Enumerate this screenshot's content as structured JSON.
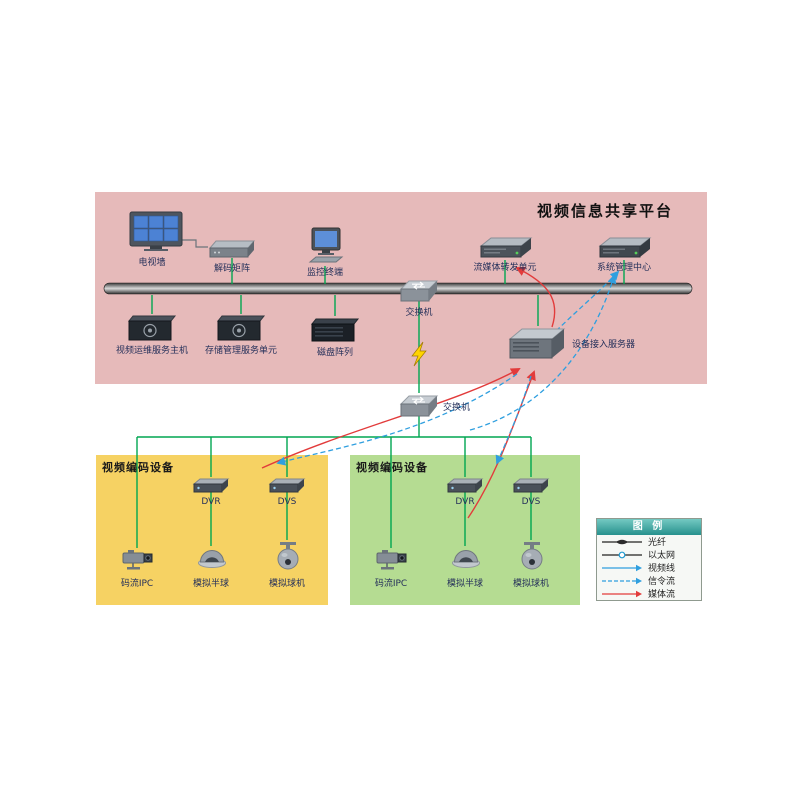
{
  "platform": {
    "title": "视频信息共享平台",
    "tv_wall": "电视墙",
    "decoder": "解码矩阵",
    "terminal": "监控终端",
    "stream_unit": "流媒体转发单元",
    "sys_center": "系统管理中心",
    "ops_host": "视频运维服务主机",
    "storage_unit": "存储管理服务单元",
    "disk_array": "磁盘阵列",
    "switch1": "交换机",
    "access_server": "设备接入服务器",
    "switch2": "交换机"
  },
  "zones": {
    "left": {
      "title": "视频编码设备",
      "dvr": "DVR",
      "dvs": "DVS",
      "ipc": "码流IPC",
      "dome": "模拟半球",
      "ball": "模拟球机"
    },
    "right": {
      "title": "视频编码设备",
      "dvr": "DVR",
      "dvs": "DVS",
      "ipc": "码流IPC",
      "dome": "模拟半球",
      "ball": "模拟球机"
    }
  },
  "legend": {
    "title": "图 例",
    "fiber": "光纤",
    "ethernet": "以太网",
    "video": "视频线",
    "signal": "信令流",
    "media": "媒体流"
  },
  "colors": {
    "platform_bg": "#e6baba",
    "left_zone_bg": "#f6d263",
    "right_zone_bg": "#b5dc92",
    "wire_green": "#00a651",
    "media_red": "#e23b3b",
    "signal_blue": "#2f9fdf",
    "legend_header": "#27918d"
  }
}
